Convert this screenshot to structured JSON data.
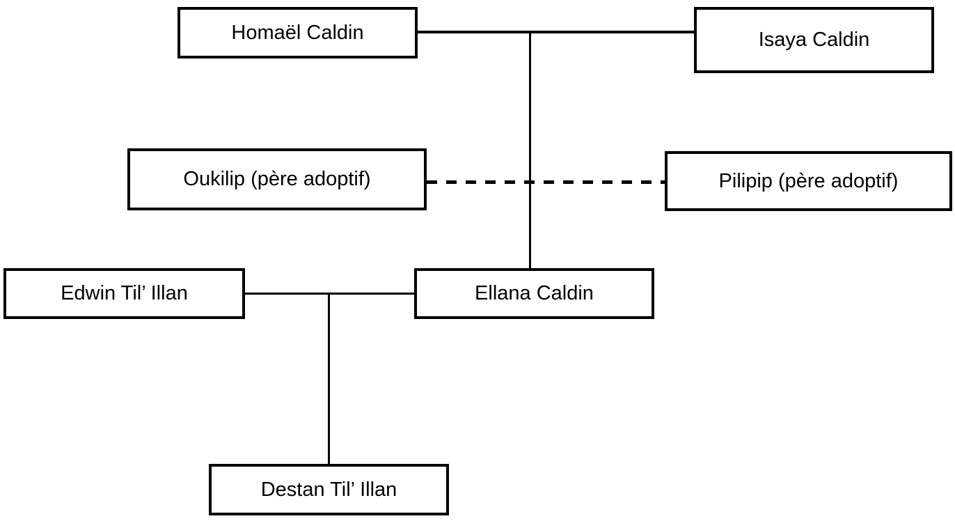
{
  "diagram": {
    "type": "family-tree",
    "background_color": "#ffffff",
    "box_border_color": "#000000",
    "line_color": "#000000",
    "nodes": {
      "homael": {
        "label": "Homaël Caldin"
      },
      "isaya": {
        "label": "Isaya Caldin"
      },
      "oukilip": {
        "label": "Oukilip (père adoptif)"
      },
      "pilipip": {
        "label": "Pilipip (père adoptif)"
      },
      "edwin": {
        "label": "Edwin Til’ Illan"
      },
      "ellana": {
        "label": "Ellana Caldin"
      },
      "destan": {
        "label": "Destan Til’ Illan"
      }
    },
    "edges": [
      {
        "from": "homael",
        "to": "isaya",
        "style": "solid"
      },
      {
        "from": "homael+isaya",
        "to": "ellana",
        "style": "solid"
      },
      {
        "from": "oukilip",
        "to": "pilipip",
        "style": "dashed"
      },
      {
        "from": "edwin",
        "to": "ellana",
        "style": "solid"
      },
      {
        "from": "edwin+ellana",
        "to": "destan",
        "style": "solid"
      }
    ]
  }
}
